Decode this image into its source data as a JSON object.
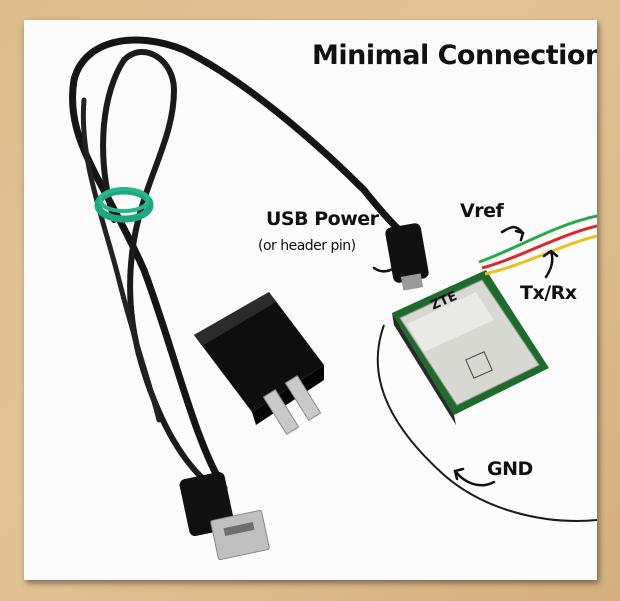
{
  "title": "Minimal Connections",
  "labels": {
    "usb_power": "USB Power",
    "usb_power_note": "(or header pin)",
    "vref": "Vref",
    "tx_rx": "Tx/Rx",
    "gnd": "GND"
  },
  "module": {
    "brand": "ZTE"
  },
  "icons": [
    "usb-cable",
    "power-adapter",
    "gsm-module",
    "wires",
    "arrow-icon"
  ]
}
